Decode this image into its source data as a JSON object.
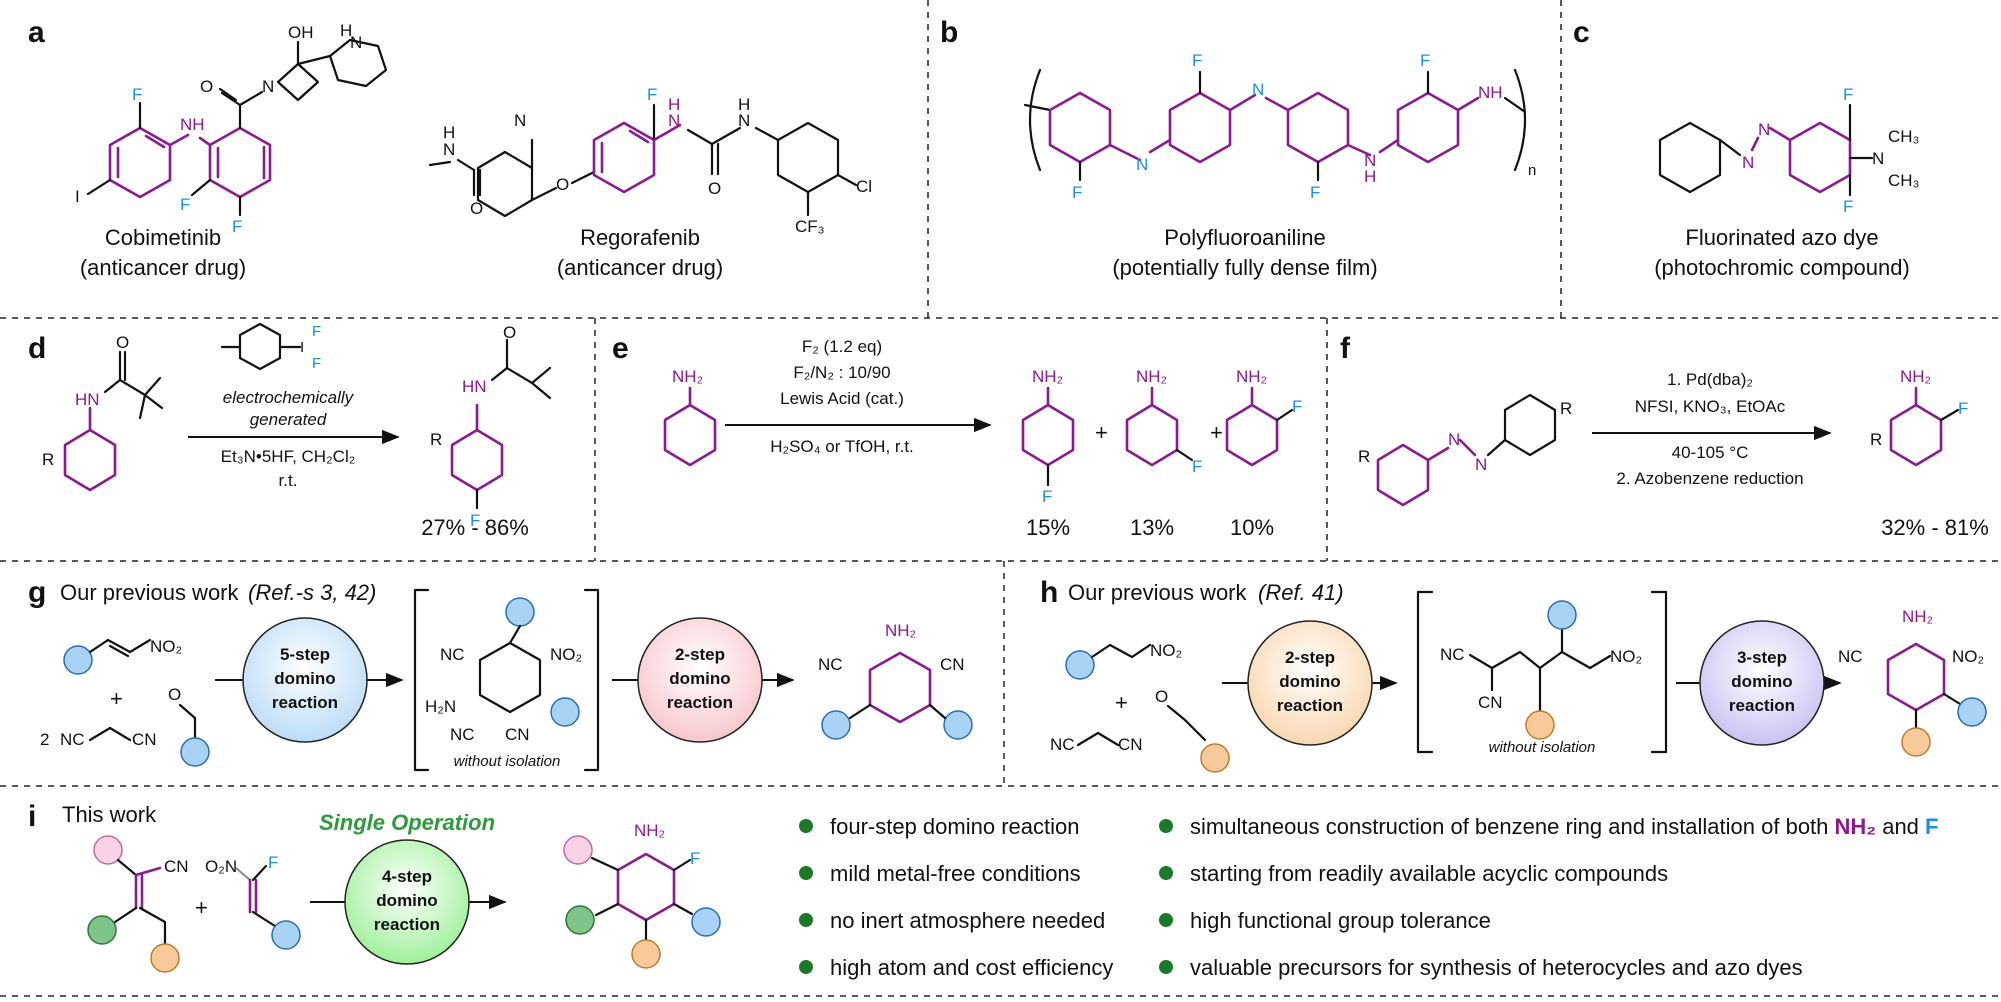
{
  "panels": {
    "a": {
      "label": "a",
      "left_name": "Cobimetinib",
      "left_desc": "(anticancer drug)",
      "right_name": "Regorafenib",
      "right_desc": "(anticancer drug)"
    },
    "b": {
      "label": "b",
      "name": "Polyfluoroaniline",
      "desc": "(potentially fully dense film)",
      "subscript_n": "n"
    },
    "c": {
      "label": "c",
      "name": "Fluorinated azo dye",
      "desc": "(photochromic compound)"
    },
    "d": {
      "label": "d",
      "reagent1": "electrochemically",
      "reagent2": "generated",
      "reagent3": "Et₃N•5HF, CH₂Cl₂",
      "reagent4": "r.t.",
      "yield": "27% - 86%"
    },
    "e": {
      "label": "e",
      "cond1": "F₂ (1.2 eq)",
      "cond2": "F₂/N₂ : 10/90",
      "cond3": "Lewis Acid (cat.)",
      "cond4": "H₂SO₄ or TfOH, r.t.",
      "yield1": "15%",
      "yield2": "13%",
      "yield3": "10%"
    },
    "f": {
      "label": "f",
      "cond1": "1. Pd(dba)₂",
      "cond2": "NFSI, KNO₃, EtOAc",
      "cond3": "40-105 °C",
      "cond4": "2. Azobenzene reduction",
      "yield": "32% - 81%"
    },
    "g": {
      "label": "g",
      "title": "Our previous work",
      "ref": "(Ref.-s 3, 42)",
      "step1": [
        "5-step",
        "domino",
        "reaction"
      ],
      "step2": [
        "2-step",
        "domino",
        "reaction"
      ],
      "note": "without isolation",
      "prefix": "2"
    },
    "h": {
      "label": "h",
      "title": "Our previous work",
      "ref": "(Ref. 41)",
      "step1": [
        "2-step",
        "domino",
        "reaction"
      ],
      "step2": [
        "3-step",
        "domino",
        "reaction"
      ],
      "note": "without isolation"
    },
    "i": {
      "label": "i",
      "title": "This work",
      "single": "Single Operation",
      "step": [
        "4-step",
        "domino",
        "reaction"
      ],
      "bullets_left": [
        "four-step domino reaction",
        "mild metal-free conditions",
        "no inert atmosphere needed",
        "high atom and cost efficiency"
      ],
      "bullets_right": [
        "simultaneous construction of benzene ring and installation of both ",
        "starting from readily available acyclic compounds",
        "high functional group tolerance",
        "valuable precursors for synthesis of heterocycles and azo dyes"
      ],
      "nh2_word": "NH₂",
      "and_word": " and ",
      "f_word": "F"
    }
  },
  "atoms": {
    "F": "F",
    "NH2": "NH₂",
    "NH": "NH",
    "N": "N",
    "H": "H",
    "HN": "HN",
    "OH": "OH",
    "O": "O",
    "I": "I",
    "Cl": "Cl",
    "CF3": "CF₃",
    "CN": "CN",
    "NC": "NC",
    "NO2": "NO₂",
    "O2N": "O₂N",
    "H2N": "H₂N",
    "R": "R",
    "CH3": "CH₃",
    "plus": "+"
  },
  "colors": {
    "purple": "#8a1a8f",
    "blue": "#1f8ee0",
    "green_text": "#2e9a3e",
    "bullet": "#1a7a2a",
    "sub_blue": "#a9d3f5",
    "sub_pink": "#f8d3e8",
    "sub_green": "#7fc38a",
    "sub_orange": "#f8c99a"
  }
}
